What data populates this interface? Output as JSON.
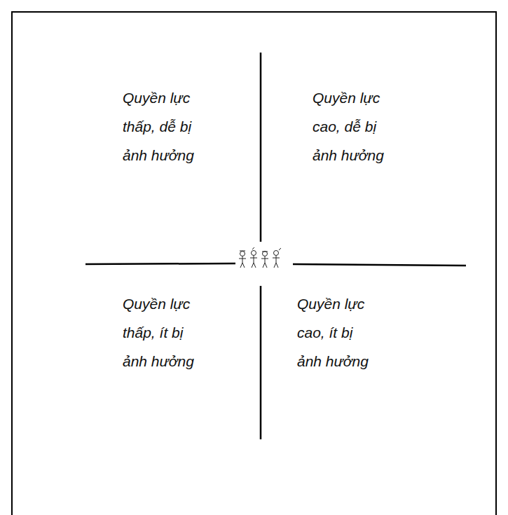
{
  "diagram": {
    "labels": [
      "Quyền lực thấp, dễ bị ảnh hưởng",
      "Quyền lực cao, dễ bị ảnh hưởng",
      "Quyền lực thấp, ít bị ảnh hưởng",
      "Quyền lực cao, ít bị ảnh hưởng"
    ]
  }
}
